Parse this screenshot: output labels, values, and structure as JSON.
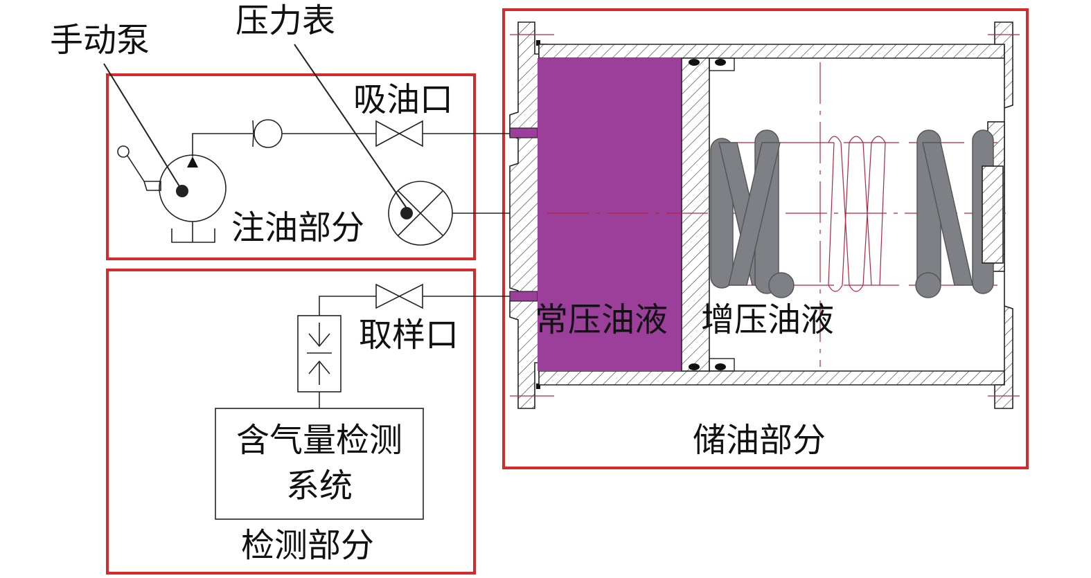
{
  "labels": {
    "hand_pump": "手动泵",
    "pressure_gauge": "压力表",
    "suction_port": "吸油口",
    "injection_section": "注油部分",
    "sampling_port": "取样口",
    "detection_system_line1": "含气量检测",
    "detection_system_line2": "系统",
    "detection_section": "检测部分",
    "normal_pressure_oil": "常压油液",
    "boosted_oil": "增压油液",
    "storage_section": "储油部分"
  },
  "colors": {
    "section_box": "#d42a2a",
    "normal_pressure_oil": "#9b3f9a",
    "spring": "#7f8085",
    "centerline": "#b3243d",
    "line": "#222222"
  }
}
